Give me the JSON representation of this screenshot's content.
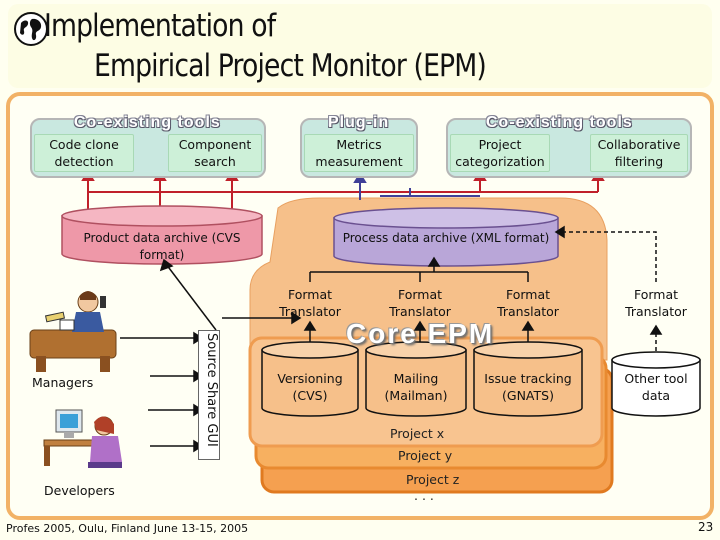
{
  "title": {
    "line1": "Implementation of",
    "line2": "Empirical Project Monitor (EPM)"
  },
  "groups": {
    "left": {
      "title": "Co-existing tools",
      "tools": [
        "Code clone\ndetection",
        "Component\nsearch"
      ]
    },
    "plugin": {
      "title": "Plug-in",
      "tools": [
        "Metrics\nmeasurement"
      ]
    },
    "right": {
      "title": "Co-existing tools",
      "tools": [
        "Project\ncategorization",
        "Collaborative\nfiltering"
      ]
    }
  },
  "archives": {
    "product": "Product data archive (CVS format)",
    "process": "Process data archive (XML format)"
  },
  "translators": [
    "Format\nTranslator",
    "Format\nTranslator",
    "Format\nTranslator",
    "Format\nTranslator"
  ],
  "core_label": "Core EPM",
  "sources": [
    "Versioning\n(CVS)",
    "Mailing\n(Mailman)",
    "Issue tracking\n(GNATS)",
    "Other tool\ndata"
  ],
  "projects": [
    "Project x",
    "Project y",
    "Project z",
    ". . ."
  ],
  "gui_label": "Source Share GUI",
  "people": {
    "managers": "Managers",
    "developers": "Developers"
  },
  "footer": "Profes 2005, Oulu, Finland June 13-15, 2005",
  "page_number": "23",
  "colors": {
    "frame": "#f2b266",
    "tool_group": "#c9e8e0",
    "tool_box": "#cdf0d8",
    "archive_pink": "#ee98a8",
    "archive_purple": "#b9a6d8",
    "core": "#f6c08a",
    "arrow_red": "#c0202a",
    "arrow_blue": "#4040a0"
  }
}
